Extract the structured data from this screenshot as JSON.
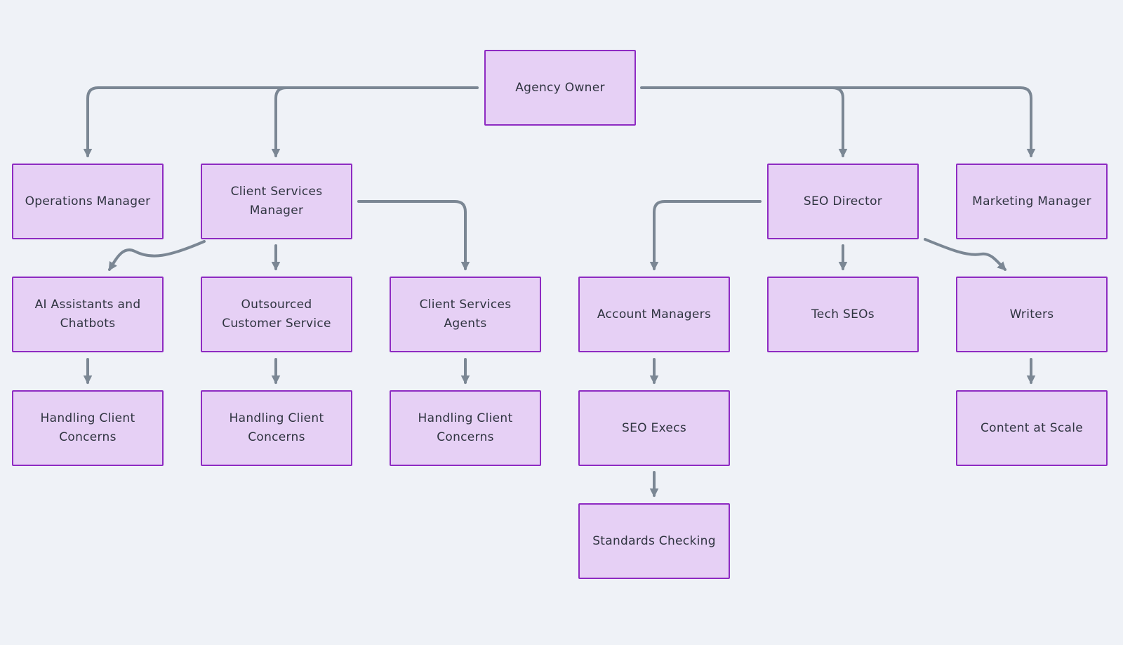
{
  "nodes": {
    "agency_owner": "Agency Owner",
    "operations_manager": "Operations Manager",
    "client_services_manager": "Client Services Manager",
    "seo_director": "SEO Director",
    "marketing_manager": "Marketing Manager",
    "ai_assistants": "AI Assistants and Chatbots",
    "outsourced_service": "Outsourced Customer Service",
    "client_services_agents": "Client Services Agents",
    "account_managers": "Account Managers",
    "tech_seos": "Tech SEOs",
    "writers": "Writers",
    "handling_concerns_1": "Handling Client Concerns",
    "handling_concerns_2": "Handling Client Concerns",
    "handling_concerns_3": "Handling Client Concerns",
    "seo_execs": "SEO Execs",
    "content_at_scale": "Content at Scale",
    "standards_checking": "Standards Checking"
  },
  "colors": {
    "background": "#eff2f7",
    "node_fill": "#e6d0f5",
    "node_border": "#8e2bc2",
    "connector": "#7b8794",
    "text": "#2f3440"
  }
}
